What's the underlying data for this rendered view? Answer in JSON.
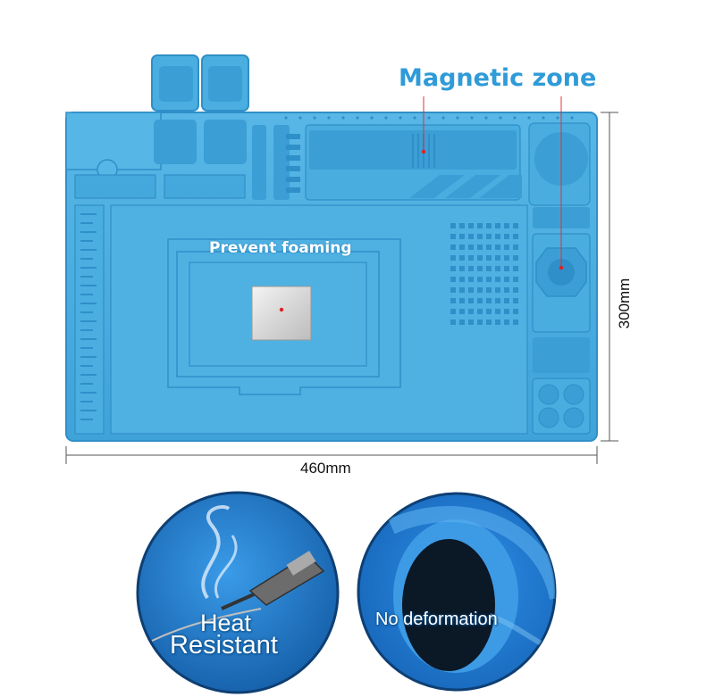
{
  "callouts": {
    "magnetic_zone": "Magnetic zone",
    "prevent_foaming": "Prevent foaming"
  },
  "dimensions": {
    "width_label": "460mm",
    "height_label": "300mm"
  },
  "features": [
    {
      "line1": "Heat",
      "line2": "Resistant"
    },
    {
      "line1": "No deformation"
    }
  ],
  "colors": {
    "mat_blue": "#4aaee0",
    "mat_dark": "#2f8fc8",
    "callout_blue": "#2f9bd8",
    "bubble_blue": "#1f78c8"
  }
}
